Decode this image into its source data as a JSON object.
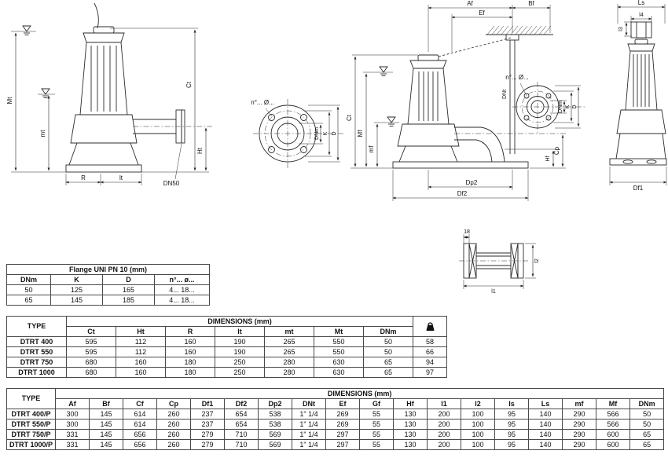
{
  "page": {
    "background": "#ffffff",
    "line_color": "#2b2b2b"
  },
  "drawings": {
    "left_pump": {
      "Mt": "Mt",
      "mt": "mt",
      "Ct": "Ct",
      "Ht": "Ht",
      "R": "R",
      "lt": "lt",
      "DN50": "DN50"
    },
    "flange_detail": {
      "holes": "n°... Ø...",
      "DNm": "DNm",
      "K": "K",
      "D": "D"
    },
    "installation": {
      "Af": "Af",
      "Bf": "Bf",
      "Ef": "Ef",
      "Ct": "Ct",
      "Mf": "Mf",
      "mf": "mf",
      "DNt": "DNt",
      "holes": "n°... Ø...",
      "DNm": "DNm",
      "K": "K",
      "D": "D",
      "Cp": "Cp",
      "Hf": "Hf",
      "Dp2": "Dp2",
      "Df2": "Df2"
    },
    "front_view": {
      "Ls": "Ls",
      "l4": "l4",
      "l3": "l3",
      "Df1": "Df1"
    },
    "coupling": {
      "t18": "18",
      "l2": "l2",
      "l1": "l1"
    }
  },
  "flange_table": {
    "title": "Flange UNI PN 10 (mm)",
    "columns": [
      "DNm",
      "K",
      "D",
      "n°... ø..."
    ],
    "rows": [
      [
        "50",
        "125",
        "165",
        "4... 18..."
      ],
      [
        "65",
        "145",
        "185",
        "4... 18..."
      ]
    ]
  },
  "dim_table1": {
    "type_header": "TYPE",
    "dims_header": "DIMENSIONS (mm)",
    "kg_icon": "weight-icon",
    "columns": [
      "Ct",
      "Ht",
      "R",
      "lt",
      "mt",
      "Mt",
      "DNm"
    ],
    "rows": [
      [
        "DTRT 400",
        "595",
        "112",
        "160",
        "190",
        "265",
        "550",
        "50",
        "58"
      ],
      [
        "DTRT 550",
        "595",
        "112",
        "160",
        "190",
        "265",
        "550",
        "50",
        "66"
      ],
      [
        "DTRT 750",
        "680",
        "160",
        "180",
        "250",
        "280",
        "630",
        "65",
        "94"
      ],
      [
        "DTRT 1000",
        "680",
        "160",
        "180",
        "250",
        "280",
        "630",
        "65",
        "97"
      ]
    ]
  },
  "dim_table2": {
    "type_header": "TYPE",
    "dims_header": "DIMENSIONS (mm)",
    "columns": [
      "Af",
      "Bf",
      "Cf",
      "Cp",
      "Df1",
      "Df2",
      "Dp2",
      "DNt",
      "Ef",
      "Gf",
      "Hf",
      "l1",
      "l2",
      "Is",
      "Ls",
      "mf",
      "Mf",
      "DNm"
    ],
    "rows": [
      [
        "DTRT 400/P",
        "300",
        "145",
        "614",
        "260",
        "237",
        "654",
        "538",
        "1\" 1/4",
        "269",
        "55",
        "130",
        "200",
        "100",
        "95",
        "140",
        "290",
        "566",
        "50"
      ],
      [
        "DTRT 550/P",
        "300",
        "145",
        "614",
        "260",
        "237",
        "654",
        "538",
        "1\" 1/4",
        "269",
        "55",
        "130",
        "200",
        "100",
        "95",
        "140",
        "290",
        "566",
        "50"
      ],
      [
        "DTRT 750/P",
        "331",
        "145",
        "656",
        "260",
        "279",
        "710",
        "569",
        "1\" 1/4",
        "297",
        "55",
        "130",
        "200",
        "100",
        "95",
        "140",
        "290",
        "600",
        "65"
      ],
      [
        "DTRT 1000/P",
        "331",
        "145",
        "656",
        "260",
        "279",
        "710",
        "569",
        "1\" 1/4",
        "297",
        "55",
        "130",
        "200",
        "100",
        "95",
        "140",
        "290",
        "600",
        "65"
      ]
    ]
  }
}
